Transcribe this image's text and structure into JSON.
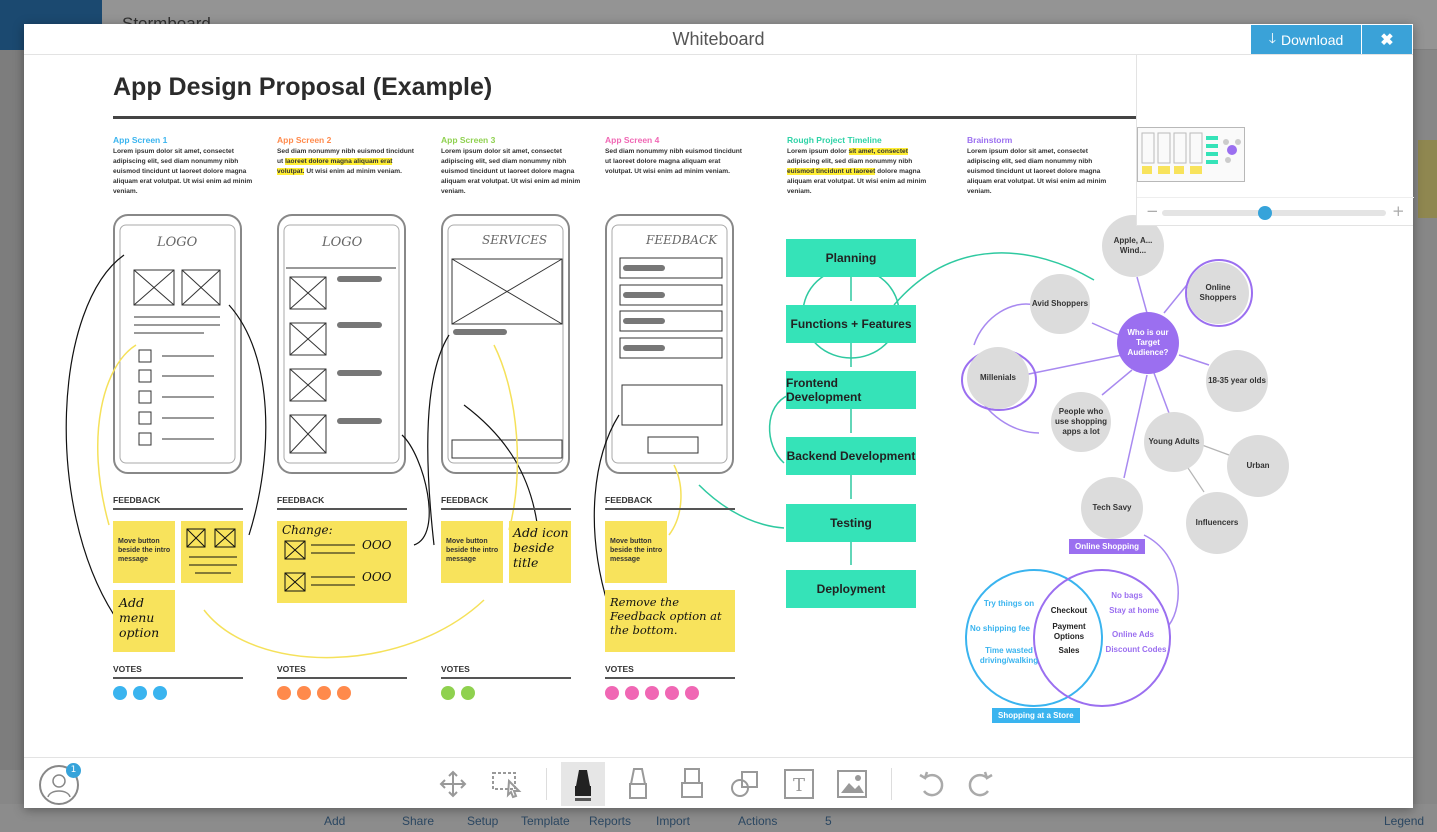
{
  "background": {
    "app_title": "Stormboard",
    "bottom_labels": [
      "Add",
      "Share",
      "Setup",
      "Template",
      "Reports",
      "Import",
      "Actions",
      "5",
      "Legend"
    ]
  },
  "modal": {
    "title": "Whiteboard",
    "download_label": "Download",
    "close_label": "✖"
  },
  "board": {
    "title": "App Design Proposal (Example)",
    "columns": [
      {
        "title": "App Screen 1",
        "color": "#3ab4ef",
        "body": "Lorem ipsum dolor sit amet, consectet adipiscing elit, sed diam nonummy nibh euismod tincidunt ut laoreet dolore magna aliquam erat volutpat. Ut wisi enim ad minim veniam."
      },
      {
        "title": "App Screen 2",
        "color": "#ff8a4c",
        "body_pre": "Sed diam nonummy nibh euismod tincidunt ut ",
        "body_hl": "laoreet dolore magna aliquam erat volutpat.",
        "body_post": " Ut wisi enim ad minim veniam."
      },
      {
        "title": "App Screen 3",
        "color": "#8fd14f",
        "body": "Lorem ipsum dolor sit amet, consectet adipiscing elit, sed diam nonummy nibh euismod tincidunt ut laoreet dolore magna aliquam erat volutpat. Ut wisi enim ad minim veniam."
      },
      {
        "title": "App Screen 4",
        "color": "#f067b4",
        "body": "Sed diam nonummy nibh euismod tincidunt ut laoreet dolore magna aliquam erat volutpat. Ut wisi enim ad minim veniam."
      },
      {
        "title": "Rough Project Timeline",
        "color": "#2ed3a7",
        "body_pre": "Lorem ipsum dolor ",
        "body_hl": "sit amet, consectet",
        "body_mid": " adipiscing elit, sed diam nonummy nibh ",
        "body_hl2": "euismod tincidunt ut laoreet",
        "body_post": " dolore magna aliquam erat volutpat. Ut wisi enim ad minim veniam."
      },
      {
        "title": "Brainstorm",
        "color": "#9b6ff0",
        "body": "Lorem ipsum dolor sit amet, consectet adipiscing elit, sed diam nonummy nibh euismod tincidunt ut laoreet dolore magna aliquam erat volutpat. Ut wisi enim ad minim veniam."
      }
    ],
    "screen_labels": [
      "LOGO",
      "LOGO",
      "SERVICES",
      "FEEDBACK"
    ],
    "feedback_label": "FEEDBACK",
    "votes_label": "VOTES",
    "notes": {
      "move_button": "Move button beside the intro message",
      "add_menu": "Add menu option",
      "change": "Change:",
      "add_icon": "Add icon beside title",
      "remove_feedback": "Remove the Feedback option at the bottom.",
      "ooo": "OOO"
    },
    "votes": [
      {
        "count": 3,
        "color": "#3ab4ef"
      },
      {
        "count": 4,
        "color": "#ff8a4c"
      },
      {
        "count": 2,
        "color": "#8fd14f"
      },
      {
        "count": 5,
        "color": "#f067b4"
      }
    ],
    "timeline": [
      "Planning",
      "Functions + Features",
      "Frontend Development",
      "Backend Development",
      "Testing",
      "Deployment"
    ],
    "brainstorm": {
      "center": "Who is our Target Audience?",
      "nodes": [
        "Apple, A... Wind...",
        "Online Shoppers",
        "Avid Shoppers",
        "Millenials",
        "18-35 year olds",
        "People who use shopping apps a lot",
        "Young Adults",
        "Urban",
        "Tech Savy",
        "Influencers"
      ],
      "venn_top_tag": "Online Shopping",
      "venn_bottom_tag": "Shopping at a Store",
      "venn_left": [
        "Try things on",
        "No shipping fee",
        "Time wasted driving/walking"
      ],
      "venn_center": [
        "Checkout",
        "Payment Options",
        "Sales"
      ],
      "venn_right": [
        "No bags",
        "Stay at home",
        "Online Ads",
        "Discount Codes"
      ]
    }
  },
  "user": {
    "badge": "1"
  },
  "colors": {
    "accent": "#3aa2d8",
    "flow": "#35e3b8",
    "note": "#f8e35c",
    "purple": "#9b6ff0"
  }
}
